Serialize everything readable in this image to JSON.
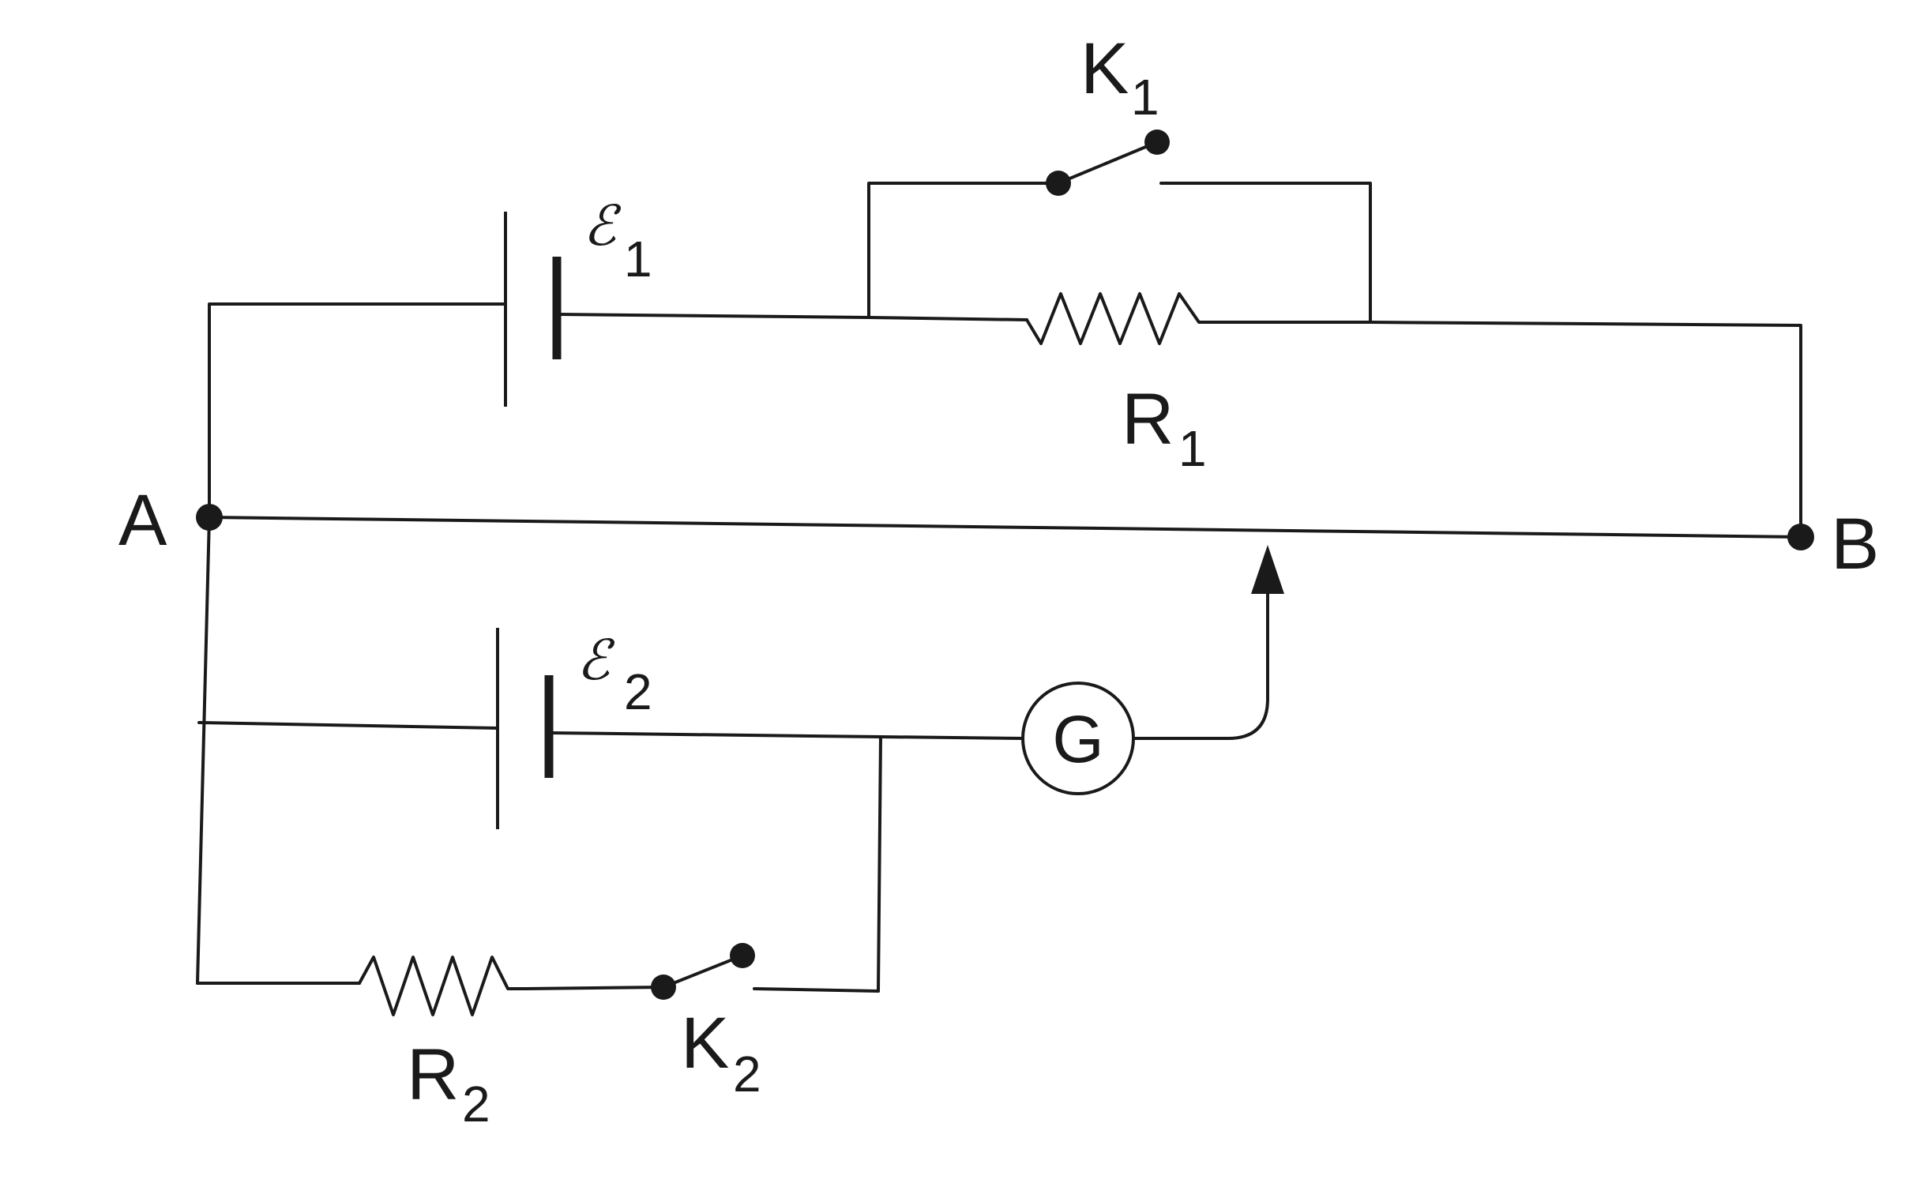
{
  "labels": {
    "node_a": "A",
    "node_b": "B",
    "galvanometer": "G",
    "switch_1": {
      "main": "K",
      "sub": "1"
    },
    "switch_2": {
      "main": "K",
      "sub": "2"
    },
    "resistor_1": {
      "main": "R",
      "sub": "1"
    },
    "resistor_2": {
      "main": "R",
      "sub": "2"
    },
    "cell_1": {
      "main": "ℰ",
      "sub": "1"
    },
    "cell_2": {
      "main": "ℰ",
      "sub": "2"
    }
  },
  "colors": {
    "ink": "#1a1a1a",
    "background": "#ffffff"
  }
}
